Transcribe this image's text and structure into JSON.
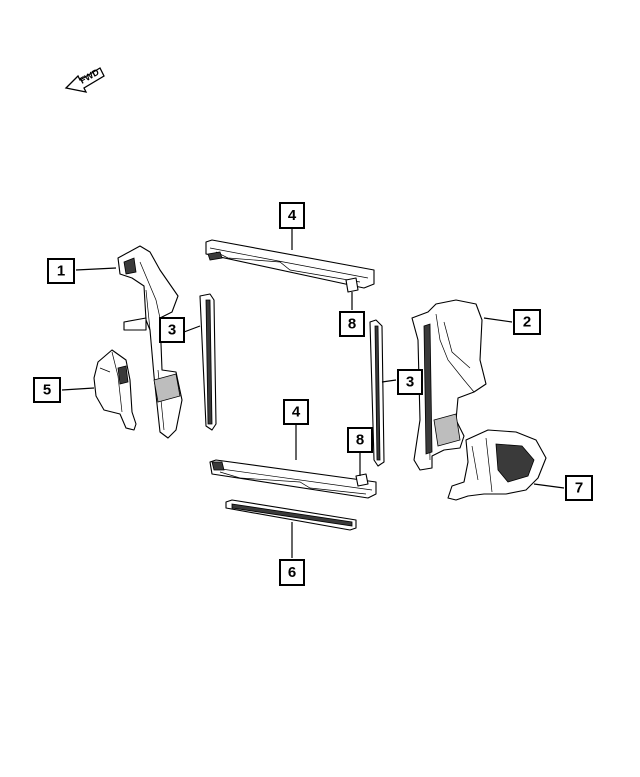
{
  "orientation": {
    "label": "FWD",
    "icon": "forward-arrow-icon"
  },
  "callouts": [
    {
      "id": "callout-1",
      "label": "1"
    },
    {
      "id": "callout-2",
      "label": "2"
    },
    {
      "id": "callout-3-left",
      "label": "3"
    },
    {
      "id": "callout-3-right",
      "label": "3"
    },
    {
      "id": "callout-4-top",
      "label": "4"
    },
    {
      "id": "callout-4-bottom",
      "label": "4"
    },
    {
      "id": "callout-5",
      "label": "5"
    },
    {
      "id": "callout-6",
      "label": "6"
    },
    {
      "id": "callout-7",
      "label": "7"
    },
    {
      "id": "callout-8-top",
      "label": "8"
    },
    {
      "id": "callout-8-bottom",
      "label": "8"
    }
  ],
  "colors": {
    "line": "#000000",
    "background": "#ffffff",
    "shade": "#3a3a3a"
  }
}
